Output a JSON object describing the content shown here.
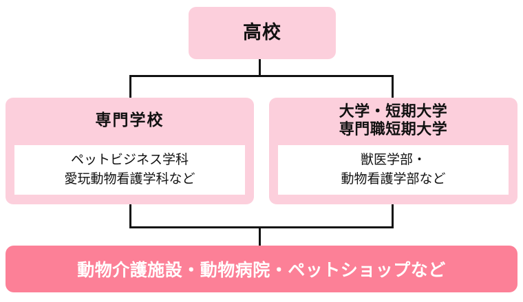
{
  "diagram": {
    "title_text": "高校",
    "colors": {
      "node_light_pink": "#FCCFDC",
      "node_salmon": "#FC8097",
      "inner_panel": "#FFFFFF",
      "connector": "#111111",
      "text_dark": "#111111",
      "text_light": "#FFFFFF"
    },
    "nodes": {
      "top": {
        "label": "高校"
      },
      "vocational_school": {
        "header_line1": "専門学校",
        "body_line1": "ペットビジネス学科",
        "body_line2": "愛玩動物看護学科など"
      },
      "university": {
        "header_line1": "大学・短期大学",
        "header_line2": "専門職短期大学",
        "body_line1": "獣医学部・",
        "body_line2": "動物看護学部など"
      },
      "outcome": {
        "label": "動物介護施設・動物病院・ペットショップなど"
      }
    }
  }
}
